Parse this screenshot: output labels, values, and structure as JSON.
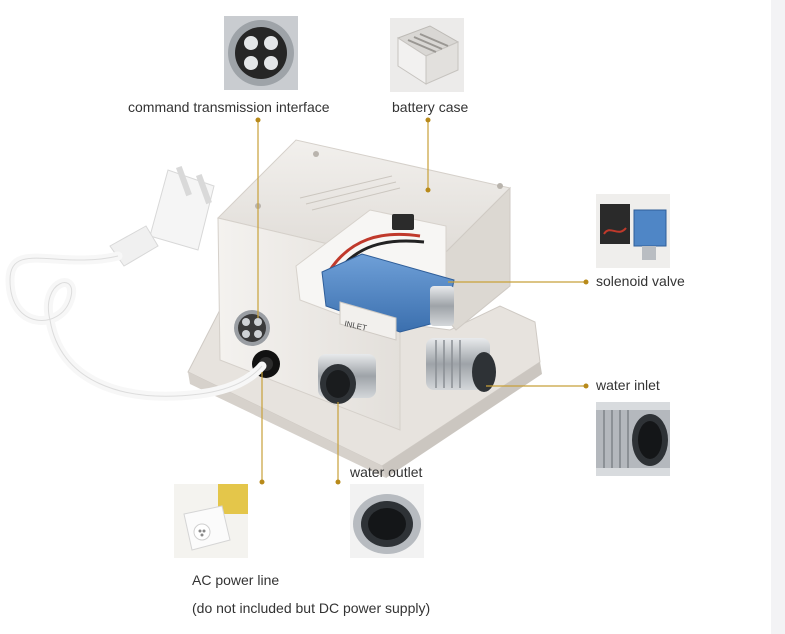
{
  "colors": {
    "leader_line": "#c8a13a",
    "leader_dot": "#b88a1a",
    "device_body": "#ebe8e4",
    "valve_blue": "#4f86c6",
    "metal": "#b9bdc2",
    "text": "#333333"
  },
  "labels": {
    "command_interface": "command transmission interface",
    "battery_case": "battery case",
    "solenoid_valve": "solenoid valve",
    "water_inlet": "water inlet",
    "water_outlet": "water outlet",
    "ac_power_line": "AC power line",
    "ac_power_note": "(do not included but DC power supply)"
  },
  "device_marking": "INLET"
}
